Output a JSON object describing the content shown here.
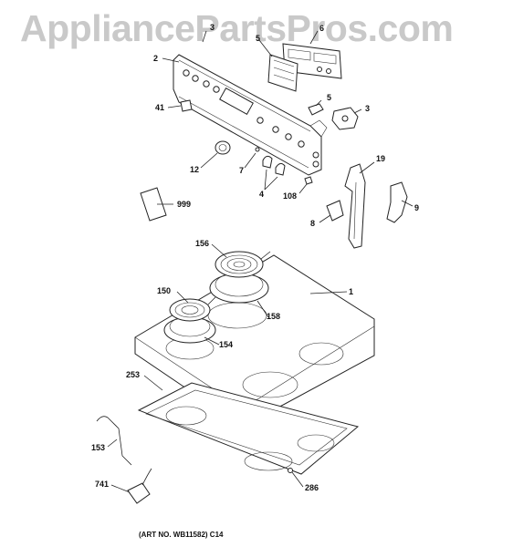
{
  "watermark": "AppliancePartsPros.com",
  "art_number": "(ART NO. WB11582) C14",
  "callouts": {
    "c2": "2",
    "c3_top": "3",
    "c5_top": "5",
    "c6": "6",
    "c5": "5",
    "c3": "3",
    "c41": "41",
    "c12": "12",
    "c7": "7",
    "c4": "4",
    "c108": "108",
    "c999": "999",
    "c19": "19",
    "c8": "8",
    "c9": "9",
    "c156": "156",
    "c1": "1",
    "c150": "150",
    "c158": "158",
    "c154": "154",
    "c253": "253",
    "c153": "153",
    "c741": "741",
    "c286": "286"
  }
}
